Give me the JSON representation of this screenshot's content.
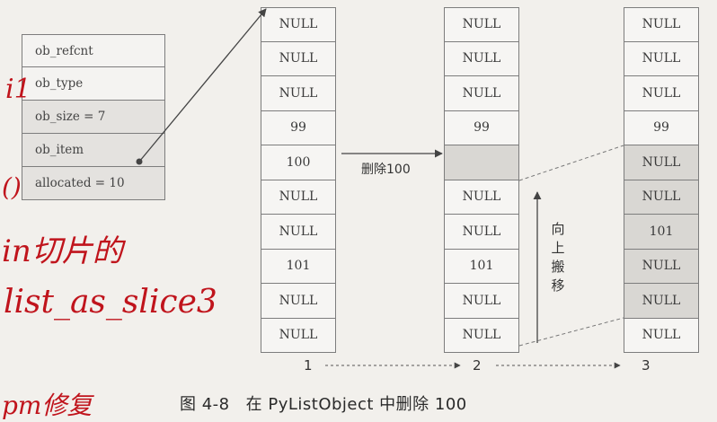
{
  "struct_fields": [
    "ob_refcnt",
    "ob_type",
    "ob_size = 7",
    "ob_item",
    "allocated = 10"
  ],
  "column1": [
    "NULL",
    "NULL",
    "NULL",
    "99",
    "100",
    "NULL",
    "NULL",
    "101",
    "NULL",
    "NULL"
  ],
  "column2": [
    "NULL",
    "NULL",
    "NULL",
    "99",
    "",
    "NULL",
    "NULL",
    "101",
    "NULL",
    "NULL"
  ],
  "column3": [
    "NULL",
    "NULL",
    "NULL",
    "99",
    "NULL",
    "NULL",
    "101",
    "NULL",
    "NULL",
    "NULL"
  ],
  "delete_label": "删除100",
  "shift_up_label": "向上搬移",
  "step_labels": [
    "1",
    "2",
    "3"
  ],
  "caption": {
    "number": "图 4-8",
    "text": "在 PyListObject 中删除 100"
  },
  "handwriting": [
    "i1",
    "()",
    "in切片的",
    "list_as_slice3",
    "pm修复"
  ],
  "colors": {
    "line": "#555555",
    "ink": "#c0141c",
    "gray_cell": "#d9d7d3",
    "light_cell": "#f6f5f3"
  }
}
